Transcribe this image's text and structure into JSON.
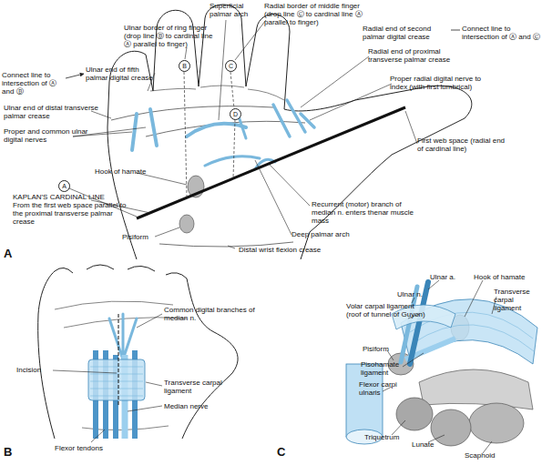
{
  "diagram": {
    "nodes": [
      {
        "text": [
          "B"
        ]
      },
      {
        "text": [
          "C"
        ]
      },
      {
        "text": [
          "D"
        ]
      },
      {
        "text": [
          "A"
        ]
      }
    ],
    "labels": [
      "Superficial palmar arch",
      "Radial border of middle finger (drop line Ⓒ to cardinal line Ⓐ parallel to finger)",
      "Ulnar border of ring finger (drop line Ⓑ to cardinal line Ⓐ parallel to finger)",
      "Radial end of second palmar digital crease",
      "Connect line to intersection of Ⓐ and Ⓒ",
      "Connect line to intersection of Ⓐ and Ⓑ",
      "Ulnar end of fifth palmar digital crease",
      "Radial end of proximal transverse palmar crease",
      "Proper radial digital nerve to index (with first lumbrical)",
      "Ulnar end of distal transverse palmar crease",
      "Proper and common ulnar digital nerves",
      "First web space (radial end of cardinal line)",
      "Hook of hamate",
      "KAPLAN'S CARDINAL LINE",
      "From the first web space parallel to the proximal transverse palmar crease",
      "Recurrent (motor) branch of median n. enters thenar muscle mass",
      "Pisiform",
      "Deep palmar arch",
      "Distal wrist flexion crease",
      "A",
      "Common digital branches of median n.",
      "Incision",
      "Transverse carpal ligament",
      "Median nerve",
      "Flexor tendons",
      "B",
      "Ulnar a.",
      "Hook of hamate",
      "Ulnar n.",
      "Transverse carpal ligament",
      "Volar carpal ligament (roof of tunnel of Guyon)",
      "Pisiform",
      "Pisohamate ligament",
      "Flexor carpi ulnaris",
      "Triquetrum",
      "Lunate",
      "Scaphoid",
      "C"
    ]
  }
}
